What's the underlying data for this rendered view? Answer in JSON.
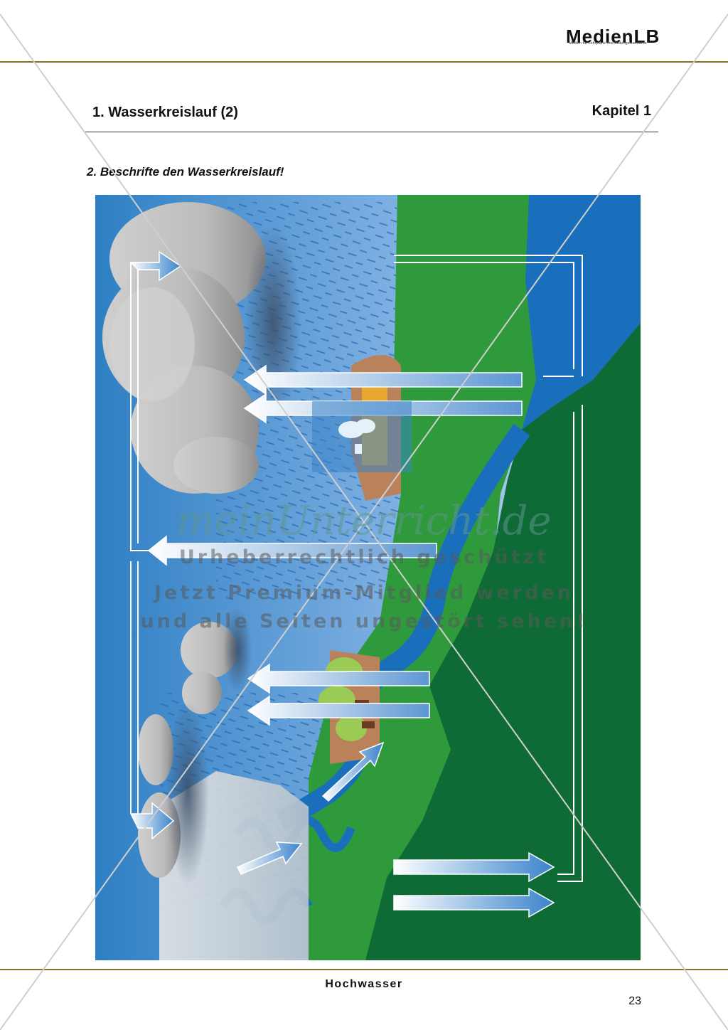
{
  "header": {
    "logo_title": "MedienLB",
    "logo_subtitle": "Medien für Lehrpläne und Bildungsstandards",
    "title": "1. Wasserkreislauf (2)",
    "chapter": "Kapitel 1"
  },
  "task": "2. Beschrifte den Wasserkreislauf!",
  "watermark": {
    "brand": "meinUnterricht.de",
    "line1": "Urheberrechtlich geschützt",
    "line2": "Jetzt Premium-Mitglied werden",
    "line3": "und alle Seiten ungestört sehen!"
  },
  "footer": {
    "label": "Hochwasser",
    "page_number": "23"
  },
  "colors": {
    "gold_rule": "#8a6d2c",
    "sky_blue": "#2e7fc4",
    "light_blue": "#a9c9ea",
    "grass_green": "#2f9a3c",
    "dark_green": "#0f6b35",
    "water_blue": "#1a6fbd",
    "cloud_gray": "#b5b5b5"
  },
  "icons": [
    "cloud-icon",
    "arrow-icon",
    "tree-icon",
    "house-icon"
  ]
}
